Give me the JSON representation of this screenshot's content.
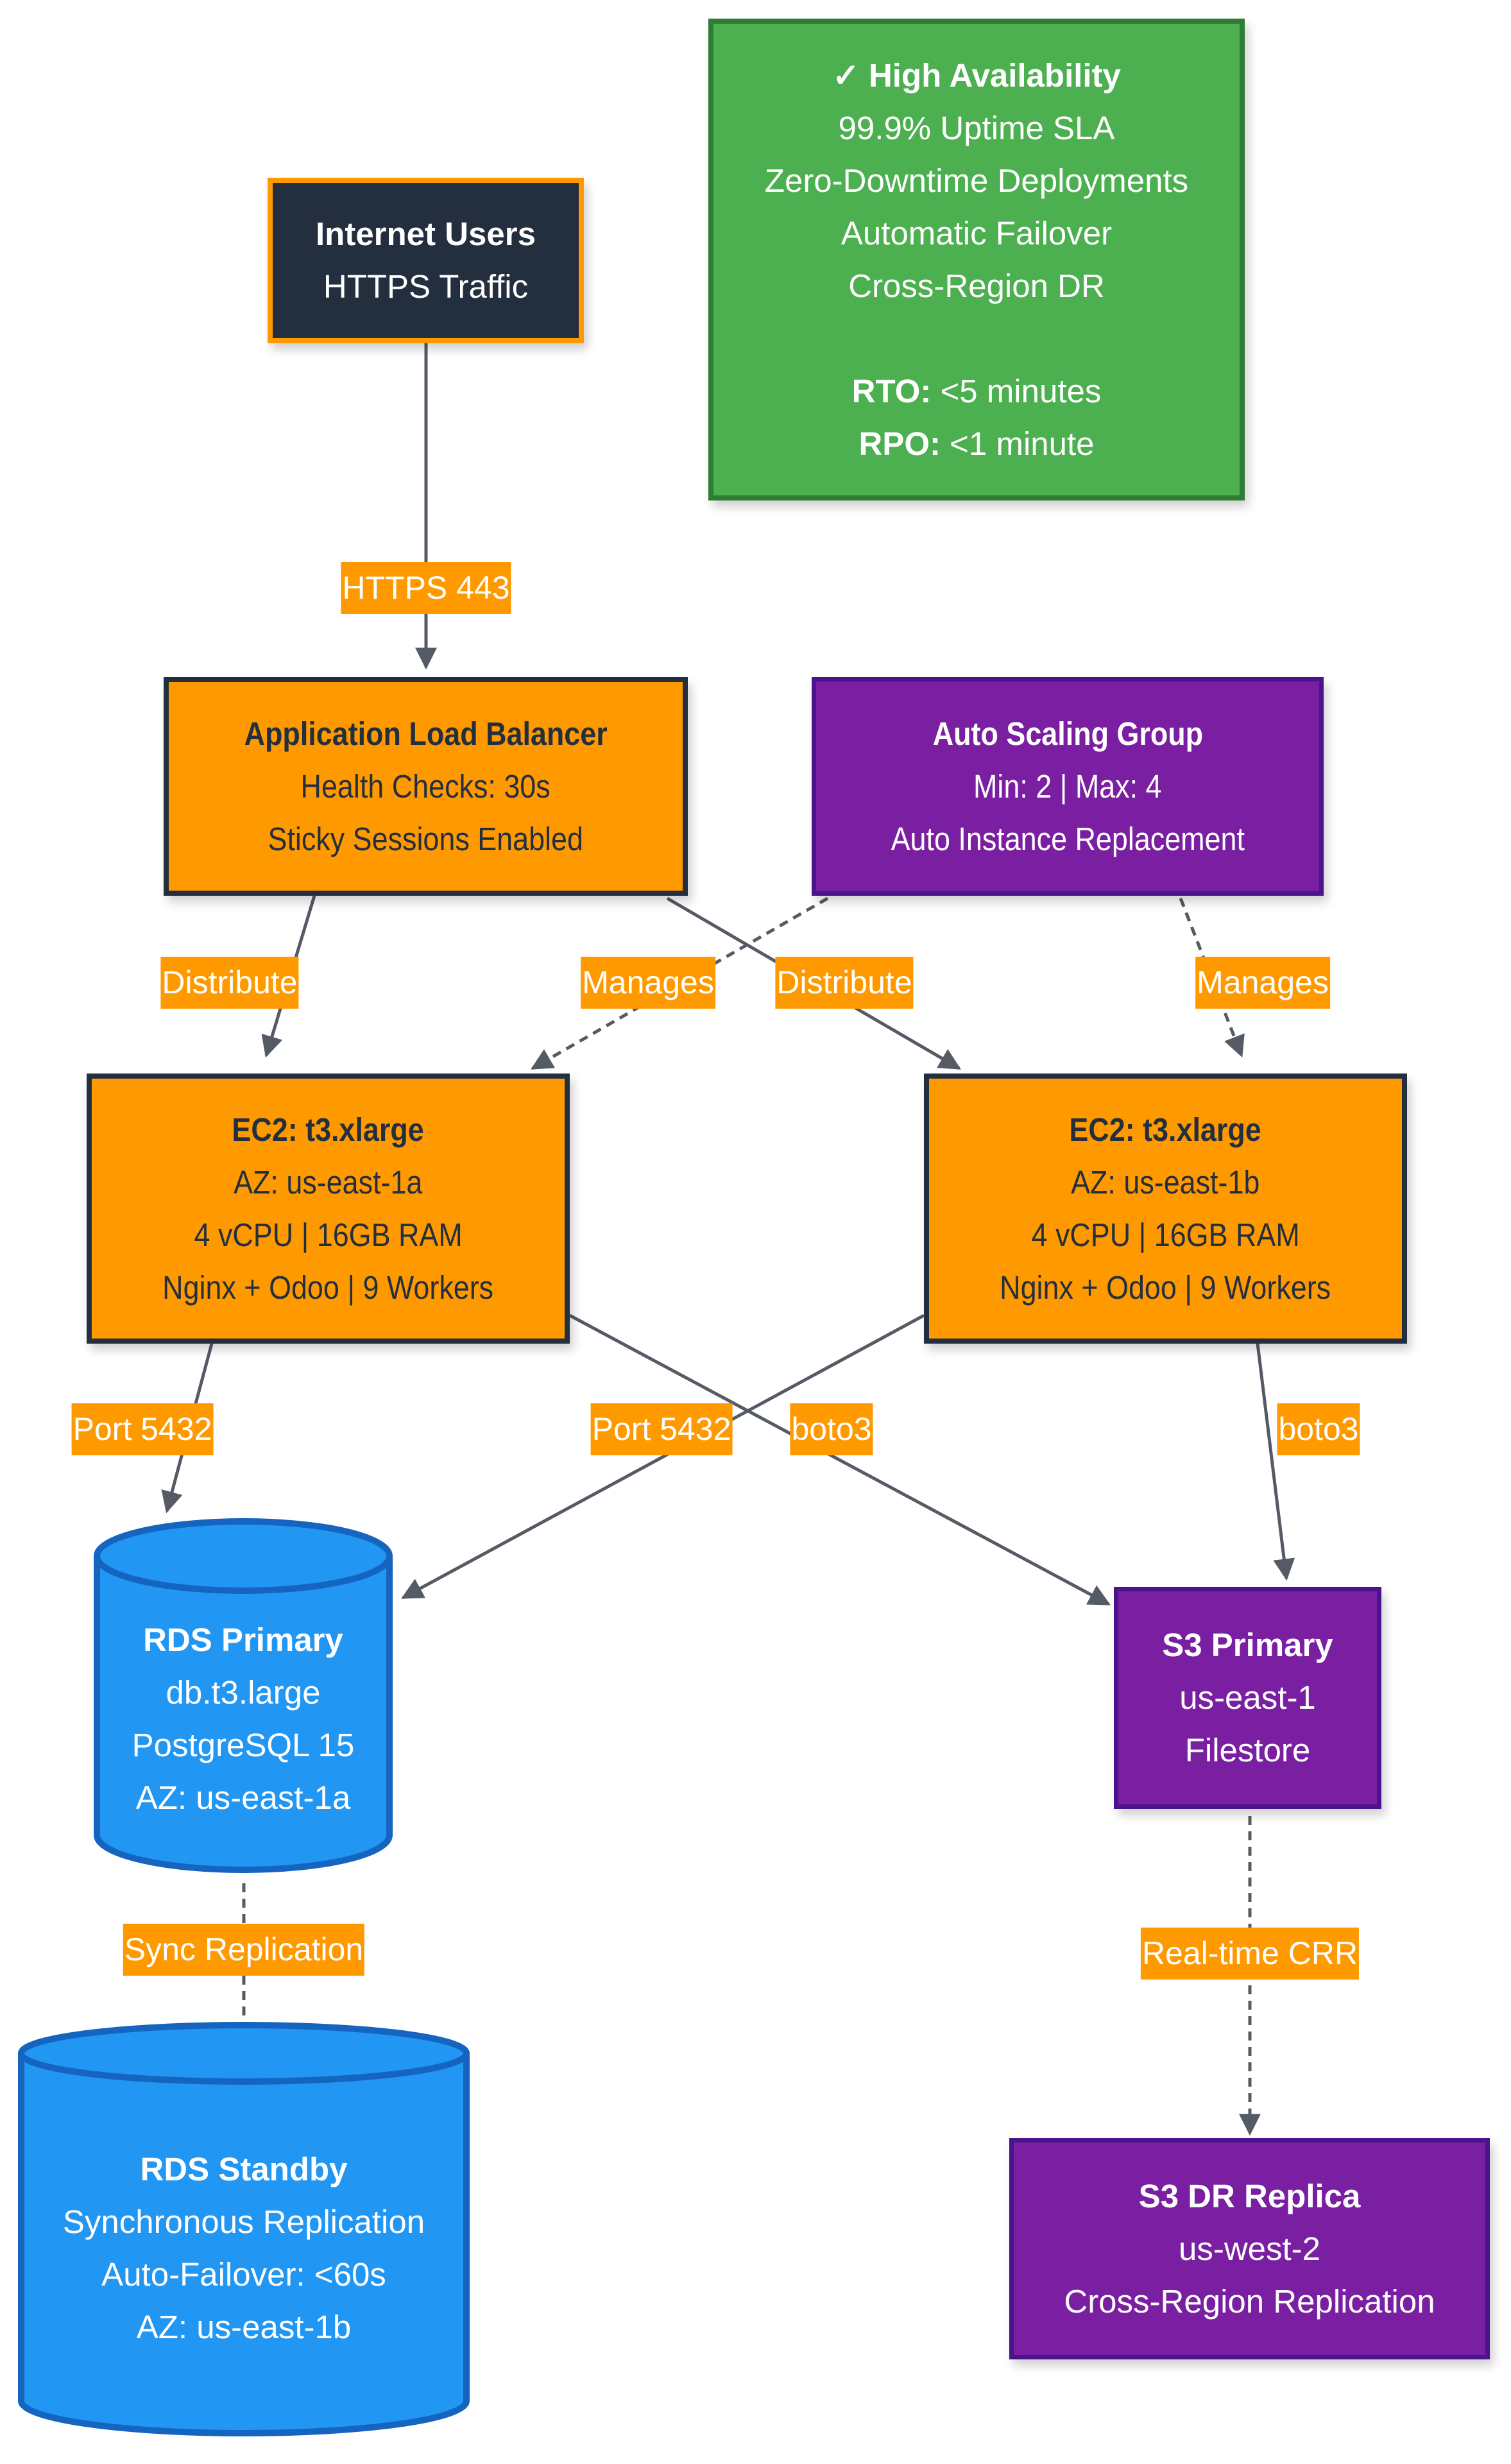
{
  "diagram": {
    "colors": {
      "orange": "#FF9900",
      "dark": "#232F3E",
      "purple": "#7B1FA2",
      "purple_border": "#4A148C",
      "green": "#4CAF50",
      "green_border": "#2E7D32",
      "blue": "#2196F3",
      "blue_border": "#1565C0",
      "edge": "#545B64"
    },
    "nodes": {
      "ha": {
        "title": "✓ High Availability",
        "lines": [
          "99.9% Uptime SLA",
          "Zero-Downtime Deployments",
          "Automatic Failover",
          "Cross-Region DR"
        ],
        "rto_key": "RTO:",
        "rto_val": " <5 minutes",
        "rpo_key": "RPO:",
        "rpo_val": " <1 minute"
      },
      "users": {
        "title": "Internet Users",
        "lines": [
          "HTTPS Traffic"
        ]
      },
      "alb": {
        "title": "Application Load Balancer",
        "lines": [
          "Health Checks: 30s",
          "Sticky Sessions Enabled"
        ]
      },
      "asg": {
        "title": "Auto Scaling Group",
        "lines": [
          "Min: 2 | Max: 4",
          "Auto Instance Replacement"
        ]
      },
      "ec2a": {
        "title": "EC2: t3.xlarge",
        "lines": [
          "AZ: us-east-1a",
          "4 vCPU | 16GB RAM",
          "Nginx + Odoo | 9 Workers"
        ]
      },
      "ec2b": {
        "title": "EC2: t3.xlarge",
        "lines": [
          "AZ: us-east-1b",
          "4 vCPU | 16GB RAM",
          "Nginx + Odoo | 9 Workers"
        ]
      },
      "rds_primary": {
        "title": "RDS Primary",
        "lines": [
          "db.t3.large",
          "PostgreSQL 15",
          "AZ: us-east-1a"
        ]
      },
      "rds_standby": {
        "title": "RDS Standby",
        "lines": [
          "Synchronous Replication",
          "Auto-Failover: <60s",
          "AZ: us-east-1b"
        ]
      },
      "s3_primary": {
        "title": "S3 Primary",
        "lines": [
          "us-east-1",
          "Filestore"
        ]
      },
      "s3_dr": {
        "title": "S3 DR Replica",
        "lines": [
          "us-west-2",
          "Cross-Region Replication"
        ]
      }
    },
    "edges": [
      {
        "from": "users",
        "to": "alb",
        "label": "HTTPS 443",
        "style": "solid"
      },
      {
        "from": "alb",
        "to": "ec2a",
        "label": "Distribute",
        "style": "solid"
      },
      {
        "from": "asg",
        "to": "ec2a",
        "label": "Manages",
        "style": "dashed"
      },
      {
        "from": "alb",
        "to": "ec2b",
        "label": "Distribute",
        "style": "solid"
      },
      {
        "from": "asg",
        "to": "ec2b",
        "label": "Manages",
        "style": "dashed"
      },
      {
        "from": "ec2a",
        "to": "rds_primary",
        "label": "Port 5432",
        "style": "solid"
      },
      {
        "from": "ec2b",
        "to": "rds_primary",
        "label": "Port 5432",
        "style": "solid"
      },
      {
        "from": "ec2a",
        "to": "s3_primary",
        "label": "boto3",
        "style": "solid"
      },
      {
        "from": "ec2b",
        "to": "s3_primary",
        "label": "boto3",
        "style": "solid"
      },
      {
        "from": "rds_primary",
        "to": "rds_standby",
        "label": "Sync Replication",
        "style": "dashed"
      },
      {
        "from": "s3_primary",
        "to": "s3_dr",
        "label": "Real-time CRR",
        "style": "dashed"
      }
    ]
  }
}
